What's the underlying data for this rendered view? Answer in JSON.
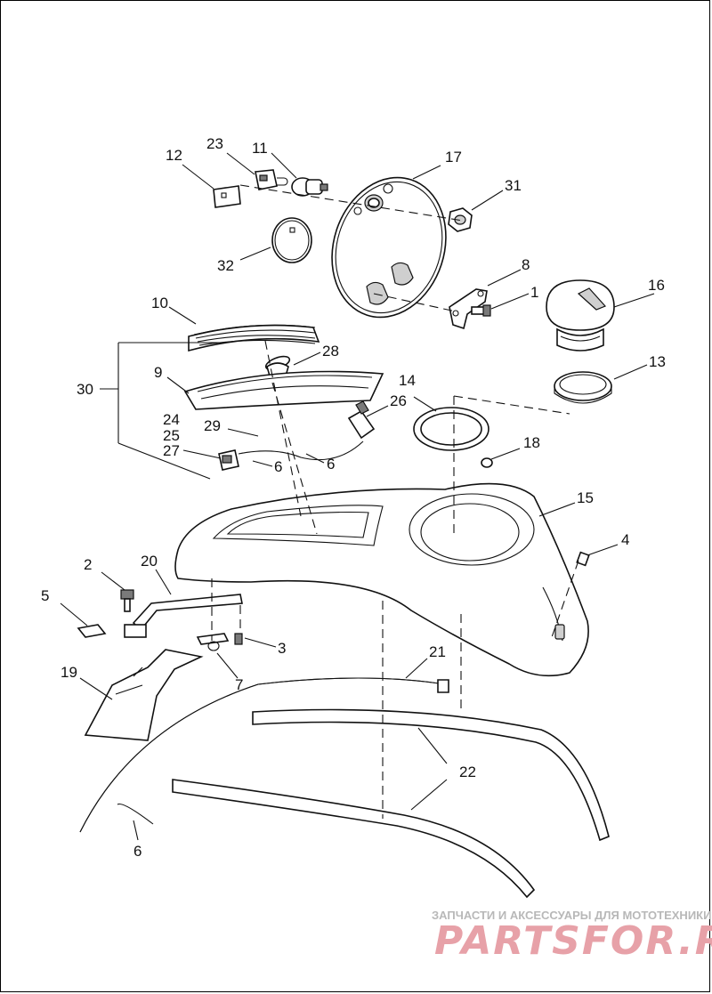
{
  "diagram": {
    "callouts": [
      {
        "id": "c1",
        "text": "1"
      },
      {
        "id": "c2",
        "text": "2"
      },
      {
        "id": "c3",
        "text": "3"
      },
      {
        "id": "c4",
        "text": "4"
      },
      {
        "id": "c5",
        "text": "5"
      },
      {
        "id": "c6a",
        "text": "6"
      },
      {
        "id": "c6b",
        "text": "6"
      },
      {
        "id": "c6c",
        "text": "6"
      },
      {
        "id": "c7",
        "text": "7"
      },
      {
        "id": "c8",
        "text": "8"
      },
      {
        "id": "c9",
        "text": "9"
      },
      {
        "id": "c10",
        "text": "10"
      },
      {
        "id": "c11",
        "text": "11"
      },
      {
        "id": "c12",
        "text": "12"
      },
      {
        "id": "c13",
        "text": "13"
      },
      {
        "id": "c14",
        "text": "14"
      },
      {
        "id": "c15",
        "text": "15"
      },
      {
        "id": "c16",
        "text": "16"
      },
      {
        "id": "c17",
        "text": "17"
      },
      {
        "id": "c18",
        "text": "18"
      },
      {
        "id": "c19",
        "text": "19"
      },
      {
        "id": "c20",
        "text": "20"
      },
      {
        "id": "c21",
        "text": "21"
      },
      {
        "id": "c22",
        "text": "22"
      },
      {
        "id": "c23",
        "text": "23"
      },
      {
        "id": "c24",
        "text": "24"
      },
      {
        "id": "c25",
        "text": "25"
      },
      {
        "id": "c26",
        "text": "26"
      },
      {
        "id": "c27",
        "text": "27"
      },
      {
        "id": "c28",
        "text": "28"
      },
      {
        "id": "c29",
        "text": "29"
      },
      {
        "id": "c30",
        "text": "30"
      },
      {
        "id": "c31",
        "text": "31"
      },
      {
        "id": "c32",
        "text": "32"
      }
    ]
  },
  "watermark": {
    "tagline": "ЗАПЧАСТИ И АКСЕССУАРЫ ДЛЯ МОТОТЕХНИКИ",
    "brand": "PARTSFOR.RU",
    "brand_color": "#e7a1a8"
  }
}
